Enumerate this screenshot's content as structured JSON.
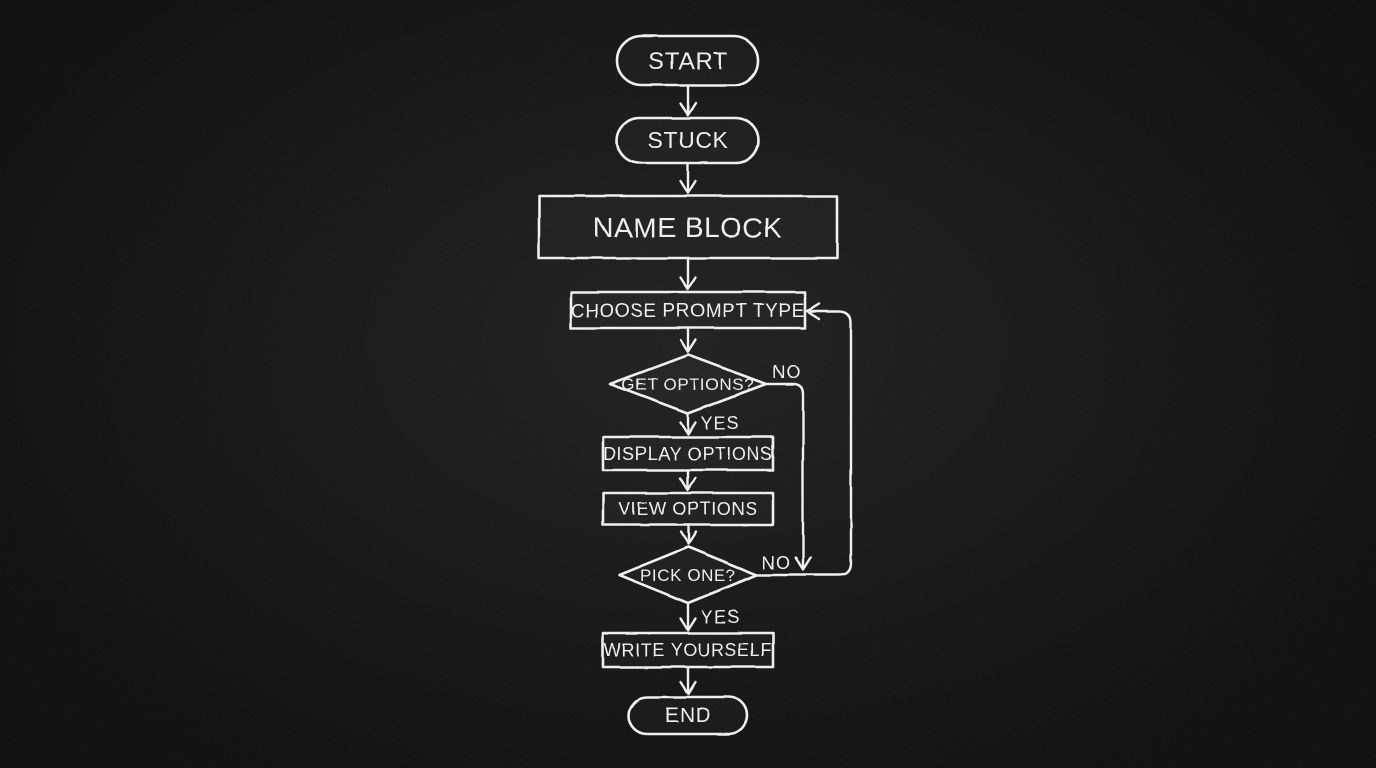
{
  "colors": {
    "ink": "#efefef",
    "background": "#0d0d0d"
  },
  "flowchart": {
    "nodes": [
      {
        "id": "start",
        "shape": "terminator",
        "label": "START"
      },
      {
        "id": "stuck",
        "shape": "terminator",
        "label": "STUCK"
      },
      {
        "id": "name-block",
        "shape": "process",
        "label": "NAME BLOCK"
      },
      {
        "id": "choose-prompt-type",
        "shape": "process",
        "label": "CHOOSE PROMPT TYPE"
      },
      {
        "id": "get-options",
        "shape": "decision",
        "label": "GET OPTIONS?",
        "yes_label": "YES",
        "no_label": "NO"
      },
      {
        "id": "display-options",
        "shape": "process",
        "label": "DISPLAY OPTIONS"
      },
      {
        "id": "view-options",
        "shape": "process",
        "label": "VIEW OPTIONS"
      },
      {
        "id": "pick-one",
        "shape": "decision",
        "label": "PICK ONE?",
        "yes_label": "YES",
        "no_label": "NO"
      },
      {
        "id": "write-yourself",
        "shape": "process",
        "label": "WRITE YOURSELF"
      },
      {
        "id": "end",
        "shape": "terminator",
        "label": "END"
      }
    ]
  }
}
